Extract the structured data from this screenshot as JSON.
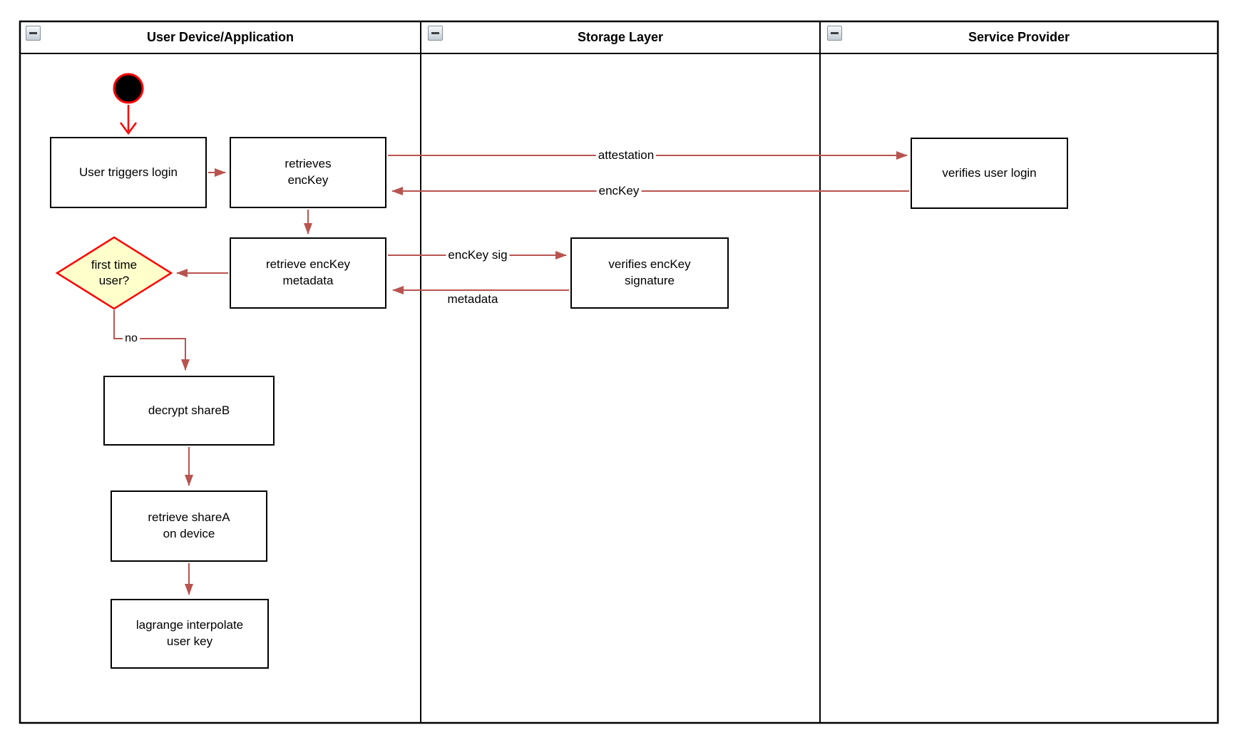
{
  "diagram": {
    "lanes": [
      {
        "title": "User Device/Application"
      },
      {
        "title": "Storage Layer"
      },
      {
        "title": "Service Provider"
      }
    ],
    "nodes": {
      "user_triggers_login": "User triggers login",
      "retrieves_enckey": "retrieves\nencKey",
      "retrieve_enckey_metadata": "retrieve encKey\nmetadata",
      "verifies_enckey_signature": "verifies encKey\nsignature",
      "verifies_user_login": "verifies user login",
      "first_time_user": "first time\nuser?",
      "decrypt_shareb": "decrypt shareB",
      "retrieve_sharea_on_device": "retrieve shareA\non device",
      "lagrange_interpolate_user_key": "lagrange interpolate\nuser key"
    },
    "edge_labels": {
      "attestation": "attestation",
      "enckey": "encKey",
      "enckey_sig": "encKey sig",
      "metadata": "metadata",
      "no": "no"
    },
    "colors": {
      "arrow": "#b85450",
      "start_arrow": "#ff0000",
      "decision_fill": "#ffffcc",
      "decision_border": "#ff0000",
      "node_border": "#000000",
      "node_fill": "#ffffff"
    }
  }
}
